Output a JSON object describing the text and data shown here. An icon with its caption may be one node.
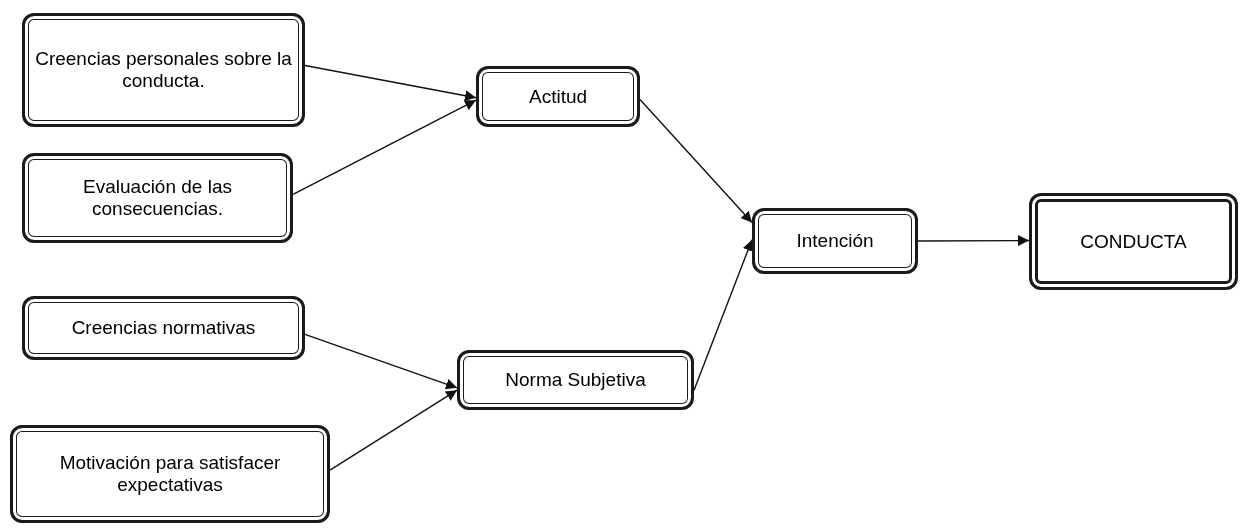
{
  "diagram": {
    "nodes": [
      {
        "text": [
          "Creencias personales sobre la conducta."
        ]
      },
      {
        "text": [
          "Evaluación de las consecuencias."
        ]
      },
      {
        "text": [
          "Creencias normativas"
        ]
      },
      {
        "text": [
          "Motivación para satisfacer expectativas"
        ]
      },
      {
        "text": [
          "Actitud"
        ]
      },
      {
        "text": [
          "Norma Subjetiva"
        ]
      },
      {
        "text": [
          "Intención"
        ]
      },
      {
        "text": [
          "CONDUCTA"
        ]
      }
    ],
    "edges": [
      {
        "from": 0,
        "to": 4,
        "arrow": "to"
      },
      {
        "from": 1,
        "to": 4,
        "arrow": "to"
      },
      {
        "from": 2,
        "to": 5,
        "arrow": "to"
      },
      {
        "from": 3,
        "to": 5,
        "arrow": "to"
      },
      {
        "from": 4,
        "to": 6,
        "arrow": "to"
      },
      {
        "from": 5,
        "to": 6,
        "arrow": "to"
      },
      {
        "from": 6,
        "to": 7,
        "arrow": "to"
      }
    ]
  }
}
